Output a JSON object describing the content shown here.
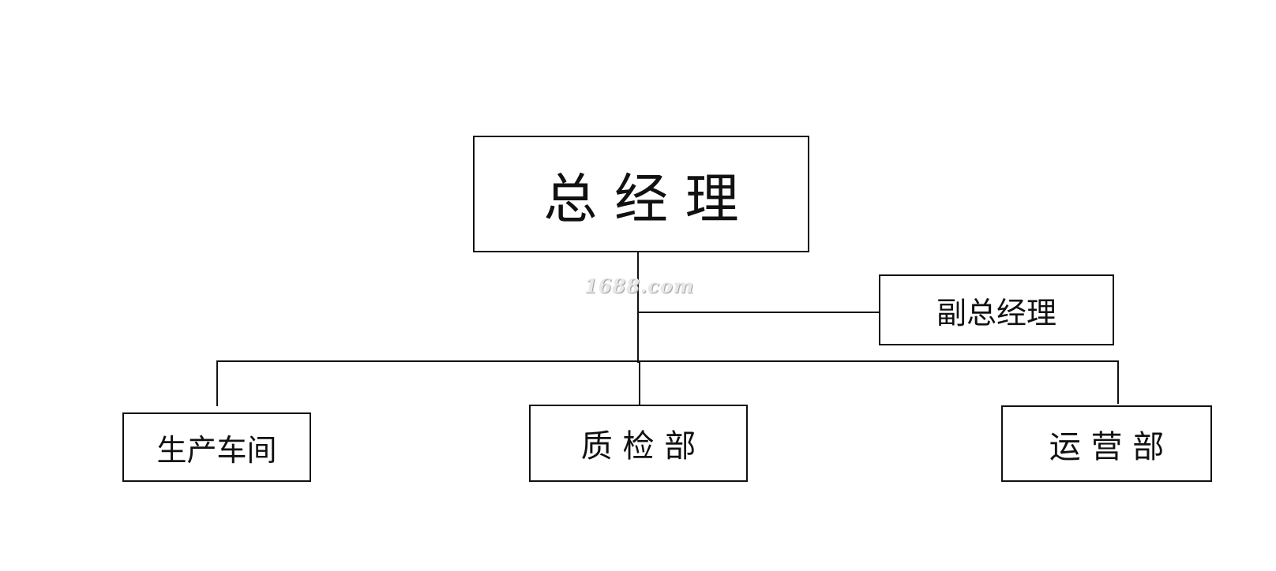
{
  "org_chart": {
    "general_manager": "总 经 理",
    "deputy_general_manager": "副总经理",
    "departments": {
      "production_workshop": "生产车间",
      "quality_inspection": "质 检 部",
      "operations": "运 营 部"
    }
  },
  "watermark": "1688.com"
}
